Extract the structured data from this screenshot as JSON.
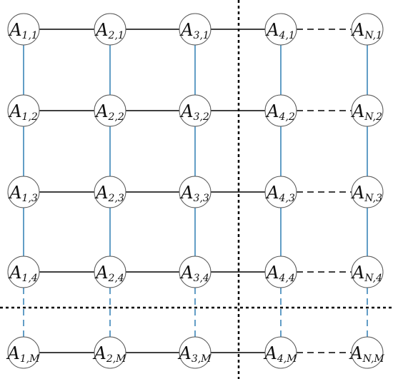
{
  "diagram": {
    "columns": [
      "1",
      "2",
      "3",
      "4",
      "N"
    ],
    "rows": [
      "1",
      "2",
      "3",
      "4",
      "M"
    ],
    "node_symbol": "A",
    "colors": {
      "horizontal_edge": "#000000",
      "vertical_edge": "#2e7db3",
      "divider": "#000000",
      "node_border": "#555555"
    },
    "horizontal_edges_dashed_before_last_column": true,
    "vertical_edges_dashed_before_last_row": true,
    "dividers": [
      "after-column-3",
      "after-row-4"
    ]
  }
}
